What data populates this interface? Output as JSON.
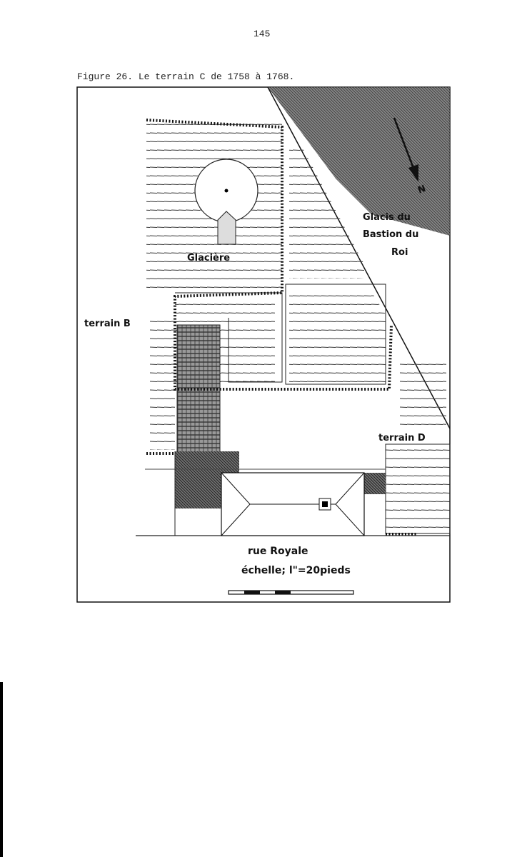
{
  "page_number": "145",
  "caption": "Figure 26.  Le terrain C de 1758 à 1768.",
  "map": {
    "labels": {
      "glaciere": "Glacière",
      "glacis_line1": "Glacis du",
      "glacis_line2": "Bastion du",
      "glacis_line3": "Roi",
      "north": "N",
      "terrain_b": "terrain B",
      "terrain_d": "terrain D",
      "street": "rue Royale",
      "scale": "échelle; l\"=20pieds"
    }
  }
}
